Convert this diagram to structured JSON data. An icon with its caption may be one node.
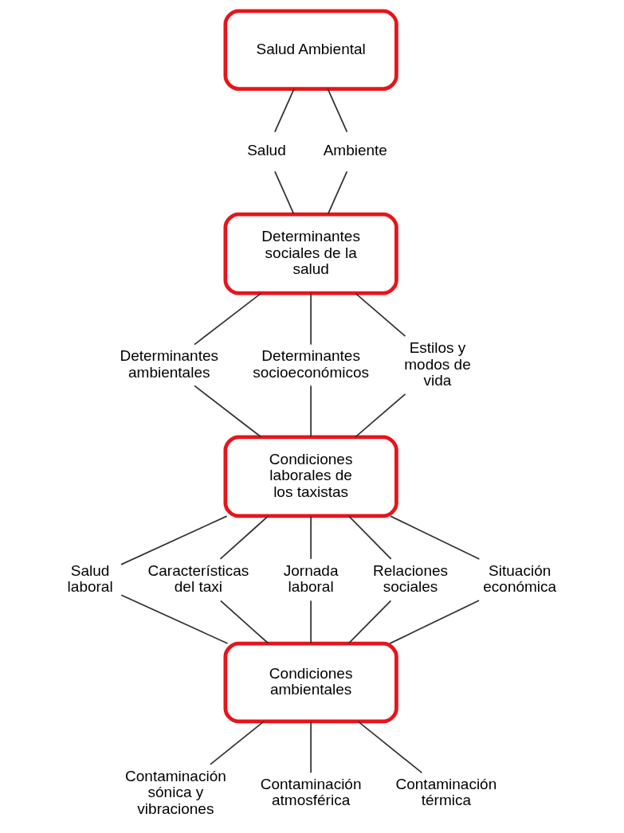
{
  "diagram": {
    "nodes": [
      {
        "text": [
          "Salud Ambiental"
        ]
      },
      {
        "text": [
          "Salud"
        ]
      },
      {
        "text": [
          "Ambiente"
        ]
      },
      {
        "text": [
          "Determinantes sociales de la salud"
        ]
      },
      {
        "text": [
          "Determinantes ambientales"
        ]
      },
      {
        "text": [
          "Determinantes socioeconómicos"
        ]
      },
      {
        "text": [
          "Estilos y modos de vida"
        ]
      },
      {
        "text": [
          "Condiciones laborales de los taxistas"
        ]
      },
      {
        "text": [
          "Salud laboral"
        ]
      },
      {
        "text": [
          "Características del taxi"
        ]
      },
      {
        "text": [
          "Jornada laboral"
        ]
      },
      {
        "text": [
          "Relaciones sociales"
        ]
      },
      {
        "text": [
          "Situación económica"
        ]
      },
      {
        "text": [
          "Condiciones ambientales"
        ]
      },
      {
        "text": [
          "Contaminación sónica y vibraciones"
        ]
      },
      {
        "text": [
          "Contaminación atmosférica"
        ]
      },
      {
        "text": [
          "Contaminación térmica"
        ]
      }
    ],
    "edges": [
      {
        "from": 0,
        "to": 1,
        "arrow": "none"
      },
      {
        "from": 0,
        "to": 2,
        "arrow": "none"
      },
      {
        "from": 1,
        "to": 3,
        "arrow": "none"
      },
      {
        "from": 2,
        "to": 3,
        "arrow": "none"
      },
      {
        "from": 3,
        "to": 4,
        "arrow": "none"
      },
      {
        "from": 3,
        "to": 5,
        "arrow": "none"
      },
      {
        "from": 3,
        "to": 6,
        "arrow": "none"
      },
      {
        "from": 4,
        "to": 7,
        "arrow": "none"
      },
      {
        "from": 5,
        "to": 7,
        "arrow": "none"
      },
      {
        "from": 6,
        "to": 7,
        "arrow": "none"
      },
      {
        "from": 7,
        "to": 8,
        "arrow": "none"
      },
      {
        "from": 7,
        "to": 9,
        "arrow": "none"
      },
      {
        "from": 7,
        "to": 10,
        "arrow": "none"
      },
      {
        "from": 7,
        "to": 11,
        "arrow": "none"
      },
      {
        "from": 7,
        "to": 12,
        "arrow": "none"
      },
      {
        "from": 8,
        "to": 13,
        "arrow": "none"
      },
      {
        "from": 9,
        "to": 13,
        "arrow": "none"
      },
      {
        "from": 10,
        "to": 13,
        "arrow": "none"
      },
      {
        "from": 11,
        "to": 13,
        "arrow": "none"
      },
      {
        "from": 12,
        "to": 13,
        "arrow": "none"
      },
      {
        "from": 13,
        "to": 14,
        "arrow": "none"
      },
      {
        "from": 13,
        "to": 15,
        "arrow": "none"
      },
      {
        "from": 13,
        "to": 16,
        "arrow": "none"
      }
    ]
  }
}
